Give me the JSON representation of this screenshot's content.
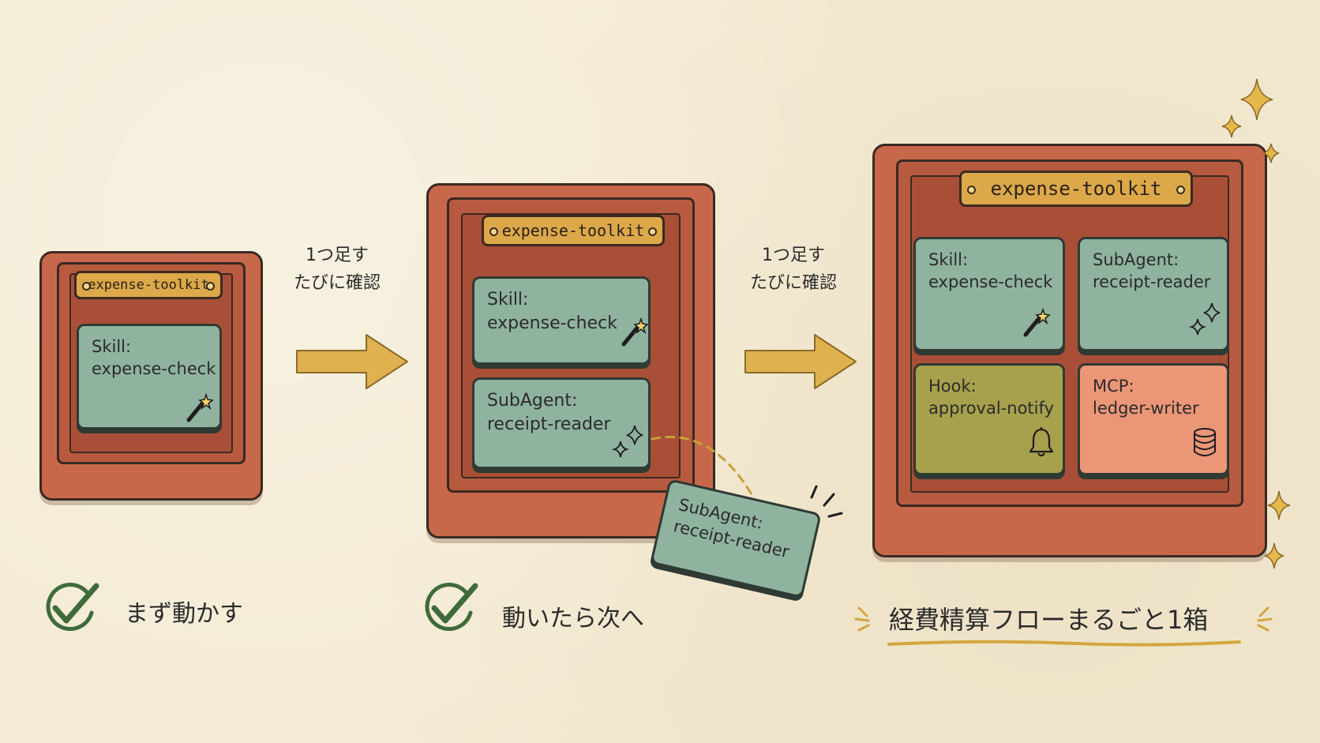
{
  "step1": {
    "plate": "expense-toolkit",
    "card1": {
      "type": "Skill:",
      "name": "expense-check"
    },
    "caption": "まず動かす"
  },
  "arrow1": {
    "line1": "1つ足す",
    "line2": "たびに確認"
  },
  "step2": {
    "plate": "expense-toolkit",
    "card1": {
      "type": "Skill:",
      "name": "expense-check"
    },
    "card2": {
      "type": "SubAgent:",
      "name": "receipt-reader"
    },
    "flying": {
      "type": "SubAgent:",
      "name": "receipt-reader"
    },
    "caption": "動いたら次へ"
  },
  "arrow2": {
    "line1": "1つ足す",
    "line2": "たびに確認"
  },
  "step3": {
    "plate": "expense-toolkit",
    "card1": {
      "type": "Skill:",
      "name": "expense-check"
    },
    "card2": {
      "type": "SubAgent:",
      "name": "receipt-reader"
    },
    "card3": {
      "type": "Hook:",
      "name": "approval-notify"
    },
    "card4": {
      "type": "MCP:",
      "name": "ledger-writer"
    },
    "caption": "経費精算フローまるごと1箱"
  },
  "colors": {
    "box": "#c8684a",
    "plate": "#dca84a",
    "skill": "#8fb39f",
    "hook": "#a7a04c",
    "mcp": "#eb9677",
    "arrow": "#e0b24f",
    "check": "#3f6b3a"
  },
  "icons": [
    "magic-wand-icon",
    "sparkle-icon",
    "bell-icon",
    "database-icon",
    "check-circle-icon",
    "arrow-right-icon"
  ]
}
